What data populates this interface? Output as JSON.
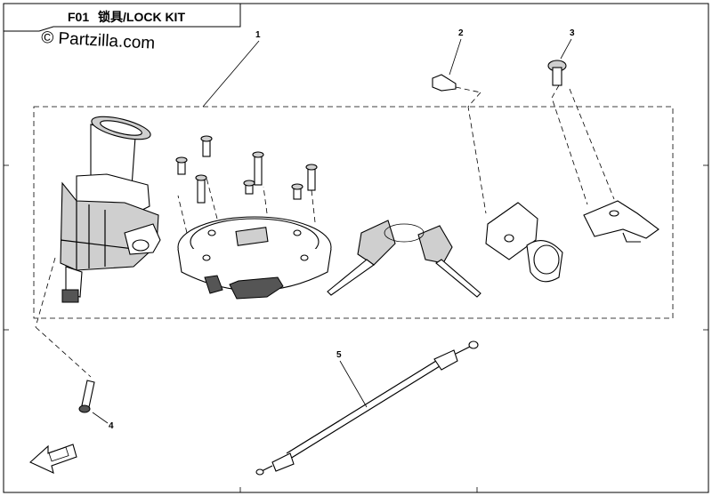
{
  "header": {
    "code": "F01",
    "title": "锁具/LOCK KIT"
  },
  "watermark": "© Partzilla.com",
  "callouts": [
    "1",
    "2",
    "3",
    "4",
    "5"
  ],
  "icons": [
    "direction-arrow-icon"
  ]
}
